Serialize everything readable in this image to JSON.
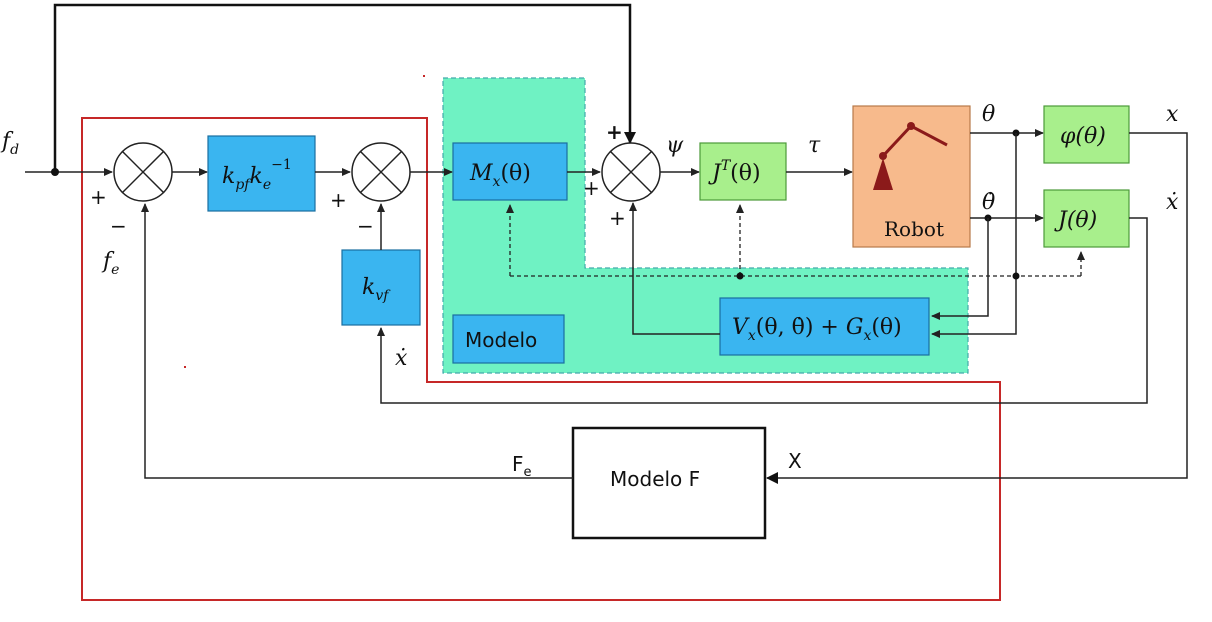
{
  "diagram": {
    "blocks": {
      "kpf": {
        "name": "k",
        "sub": "pf",
        "name2": "k",
        "sub2": "e",
        "sup2": "−1"
      },
      "kvf": {
        "name": "k",
        "sub": "vf"
      },
      "mx": {
        "name": "M",
        "sub": "x",
        "arg": "(θ)"
      },
      "jt": {
        "name": "J",
        "sup": "T",
        "arg": "(θ)"
      },
      "robot": {
        "label": "Robot"
      },
      "phi": {
        "label": "φ(θ)"
      },
      "j": {
        "label": "J(θ)"
      },
      "vx": {
        "name": "V",
        "sub": "x",
        "arg": "(θ, θ̇) + ",
        "name2": "G",
        "sub2": "x",
        "arg2": "(θ)"
      },
      "modelo": {
        "label": "Modelo"
      },
      "modelo_f": {
        "label": "Modelo F"
      }
    },
    "signals": {
      "fd": {
        "name": "f",
        "sub": "d"
      },
      "fe": {
        "name": "f",
        "sub": "e"
      },
      "psi": "ψ",
      "tau": "τ",
      "theta": "θ",
      "theta_dot": "θ̇",
      "x": "x",
      "x_dot": "ẋ",
      "x_dot_feedback": "ẋ",
      "Fe": {
        "name": "F",
        "sub": "e"
      },
      "X": "X"
    },
    "signs": {
      "s1_plus": "+",
      "s1_minus": "−",
      "s2_plus": "+",
      "s2_minus": "−",
      "s3_top": "+",
      "s3_left": "+",
      "s3_bottom": "+"
    },
    "colors": {
      "blue": "#3ab5f0",
      "green": "#a8ef8c",
      "orange": "#f7ba8c",
      "model_region": "#6ff2c3",
      "red_frame": "#c62828",
      "dark_red": "#8b1a1a"
    }
  }
}
